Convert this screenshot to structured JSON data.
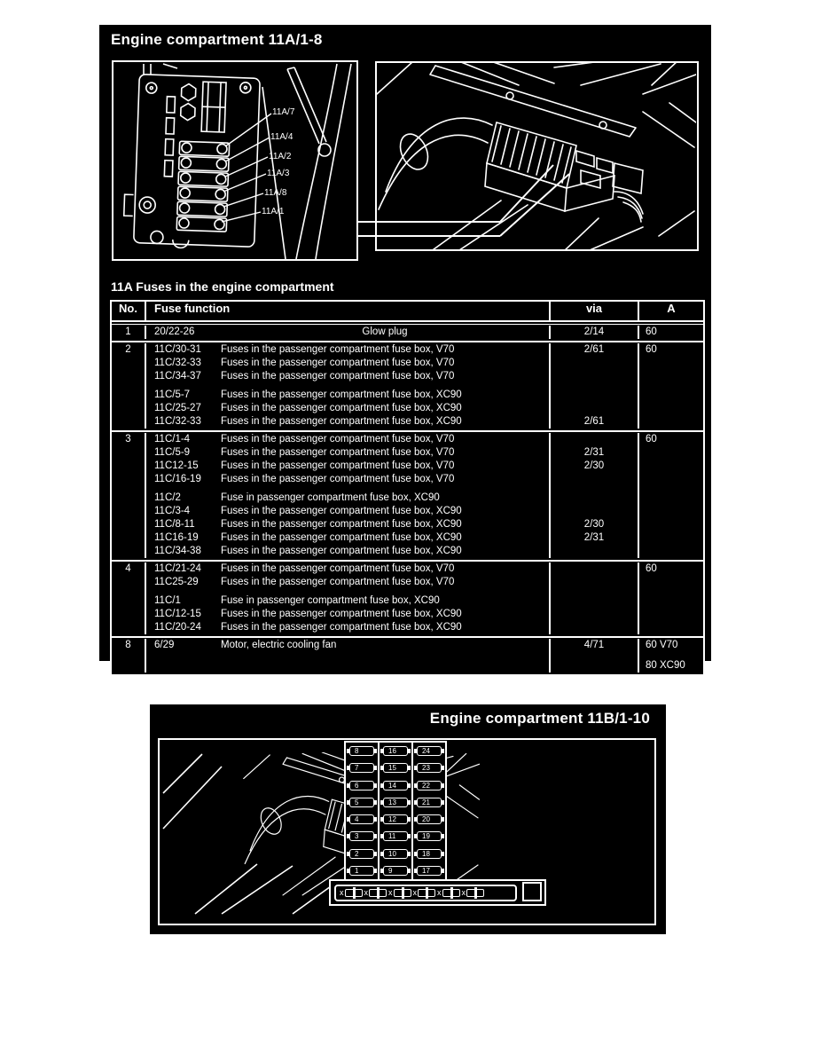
{
  "colors": {
    "page_bg": "#ffffff",
    "block_bg": "#000000",
    "ink": "#ffffff"
  },
  "section_a": {
    "title": "Engine compartment 11A/1-8",
    "callout_labels": [
      "11A/7",
      "11A/4",
      "11A/2",
      "11A/3",
      "11A/8",
      "11A/1"
    ],
    "table_heading": "11A Fuses in the engine compartment",
    "table": {
      "headers": {
        "no": "No.",
        "function": "Fuse function",
        "via": "via",
        "amp": "A"
      },
      "rows": [
        {
          "no": "1",
          "groups": [
            [
              {
                "code": "20/22-26",
                "desc": "Glow plug",
                "center": true,
                "via": "2/14",
                "amp": "60"
              }
            ]
          ]
        },
        {
          "no": "2",
          "groups": [
            [
              {
                "code": "11C/30-31",
                "desc": "Fuses in the passenger compartment fuse box, V70",
                "via": "2/61",
                "amp": "60"
              },
              {
                "code": "11C/32-33",
                "desc": "Fuses in the passenger compartment fuse box, V70"
              },
              {
                "code": "11C/34-37",
                "desc": "Fuses in the passenger compartment fuse box, V70"
              }
            ],
            [
              {
                "code": "11C/5-7",
                "desc": "Fuses in the passenger compartment fuse box, XC90"
              },
              {
                "code": "11C/25-27",
                "desc": "Fuses in the passenger compartment fuse box, XC90"
              },
              {
                "code": "11C/32-33",
                "desc": "Fuses in the passenger compartment fuse box, XC90",
                "via": "2/61"
              }
            ]
          ]
        },
        {
          "no": "3",
          "groups": [
            [
              {
                "code": "11C/1-4",
                "desc": "Fuses in the passenger compartment fuse box, V70",
                "amp": "60"
              },
              {
                "code": "11C/5-9",
                "desc": "Fuses in the passenger compartment fuse box, V70",
                "via": "2/31"
              },
              {
                "code": "11C12-15",
                "desc": "Fuses in the passenger compartment fuse box, V70",
                "via": "2/30"
              },
              {
                "code": "11C/16-19",
                "desc": "Fuses in the passenger compartment fuse box, V70"
              }
            ],
            [
              {
                "code": "11C/2",
                "desc": "Fuse in passenger compartment fuse box, XC90"
              },
              {
                "code": "11C/3-4",
                "desc": "Fuses in the passenger compartment fuse box, XC90"
              },
              {
                "code": "11C/8-11",
                "desc": "Fuses in the passenger compartment fuse box, XC90",
                "via": "2/30"
              },
              {
                "code": "11C16-19",
                "desc": "Fuses in the passenger compartment fuse box, XC90",
                "via": "2/31"
              },
              {
                "code": "11C/34-38",
                "desc": "Fuses in the passenger compartment fuse box, XC90"
              }
            ]
          ]
        },
        {
          "no": "4",
          "groups": [
            [
              {
                "code": "11C/21-24",
                "desc": "Fuses in the passenger compartment fuse box, V70",
                "amp": "60"
              },
              {
                "code": "11C25-29",
                "desc": "Fuses in the passenger compartment fuse box, V70"
              }
            ],
            [
              {
                "code": "11C/1",
                "desc": "Fuse in passenger compartment fuse box, XC90"
              },
              {
                "code": "11C/12-15",
                "desc": "Fuses in the passenger compartment fuse box, XC90"
              },
              {
                "code": "11C/20-24",
                "desc": "Fuses in the passenger compartment fuse box, XC90"
              }
            ]
          ]
        },
        {
          "no": "8",
          "amp2": "80 XC90",
          "groups": [
            [
              {
                "code": "6/29",
                "desc": "Motor, electric cooling fan",
                "via": "4/71",
                "amp": "60 V70"
              }
            ]
          ]
        }
      ]
    }
  },
  "section_b": {
    "title": "Engine compartment 11B/1-10",
    "fuse_columns": [
      [
        "8",
        "7",
        "6",
        "5",
        "4",
        "3",
        "2",
        "1"
      ],
      [
        "16",
        "15",
        "14",
        "13",
        "12",
        "11",
        "10",
        "9"
      ],
      [
        "24",
        "23",
        "22",
        "21",
        "20",
        "19",
        "18",
        "17"
      ]
    ],
    "strip": {
      "count": 6,
      "mark": "x"
    }
  }
}
